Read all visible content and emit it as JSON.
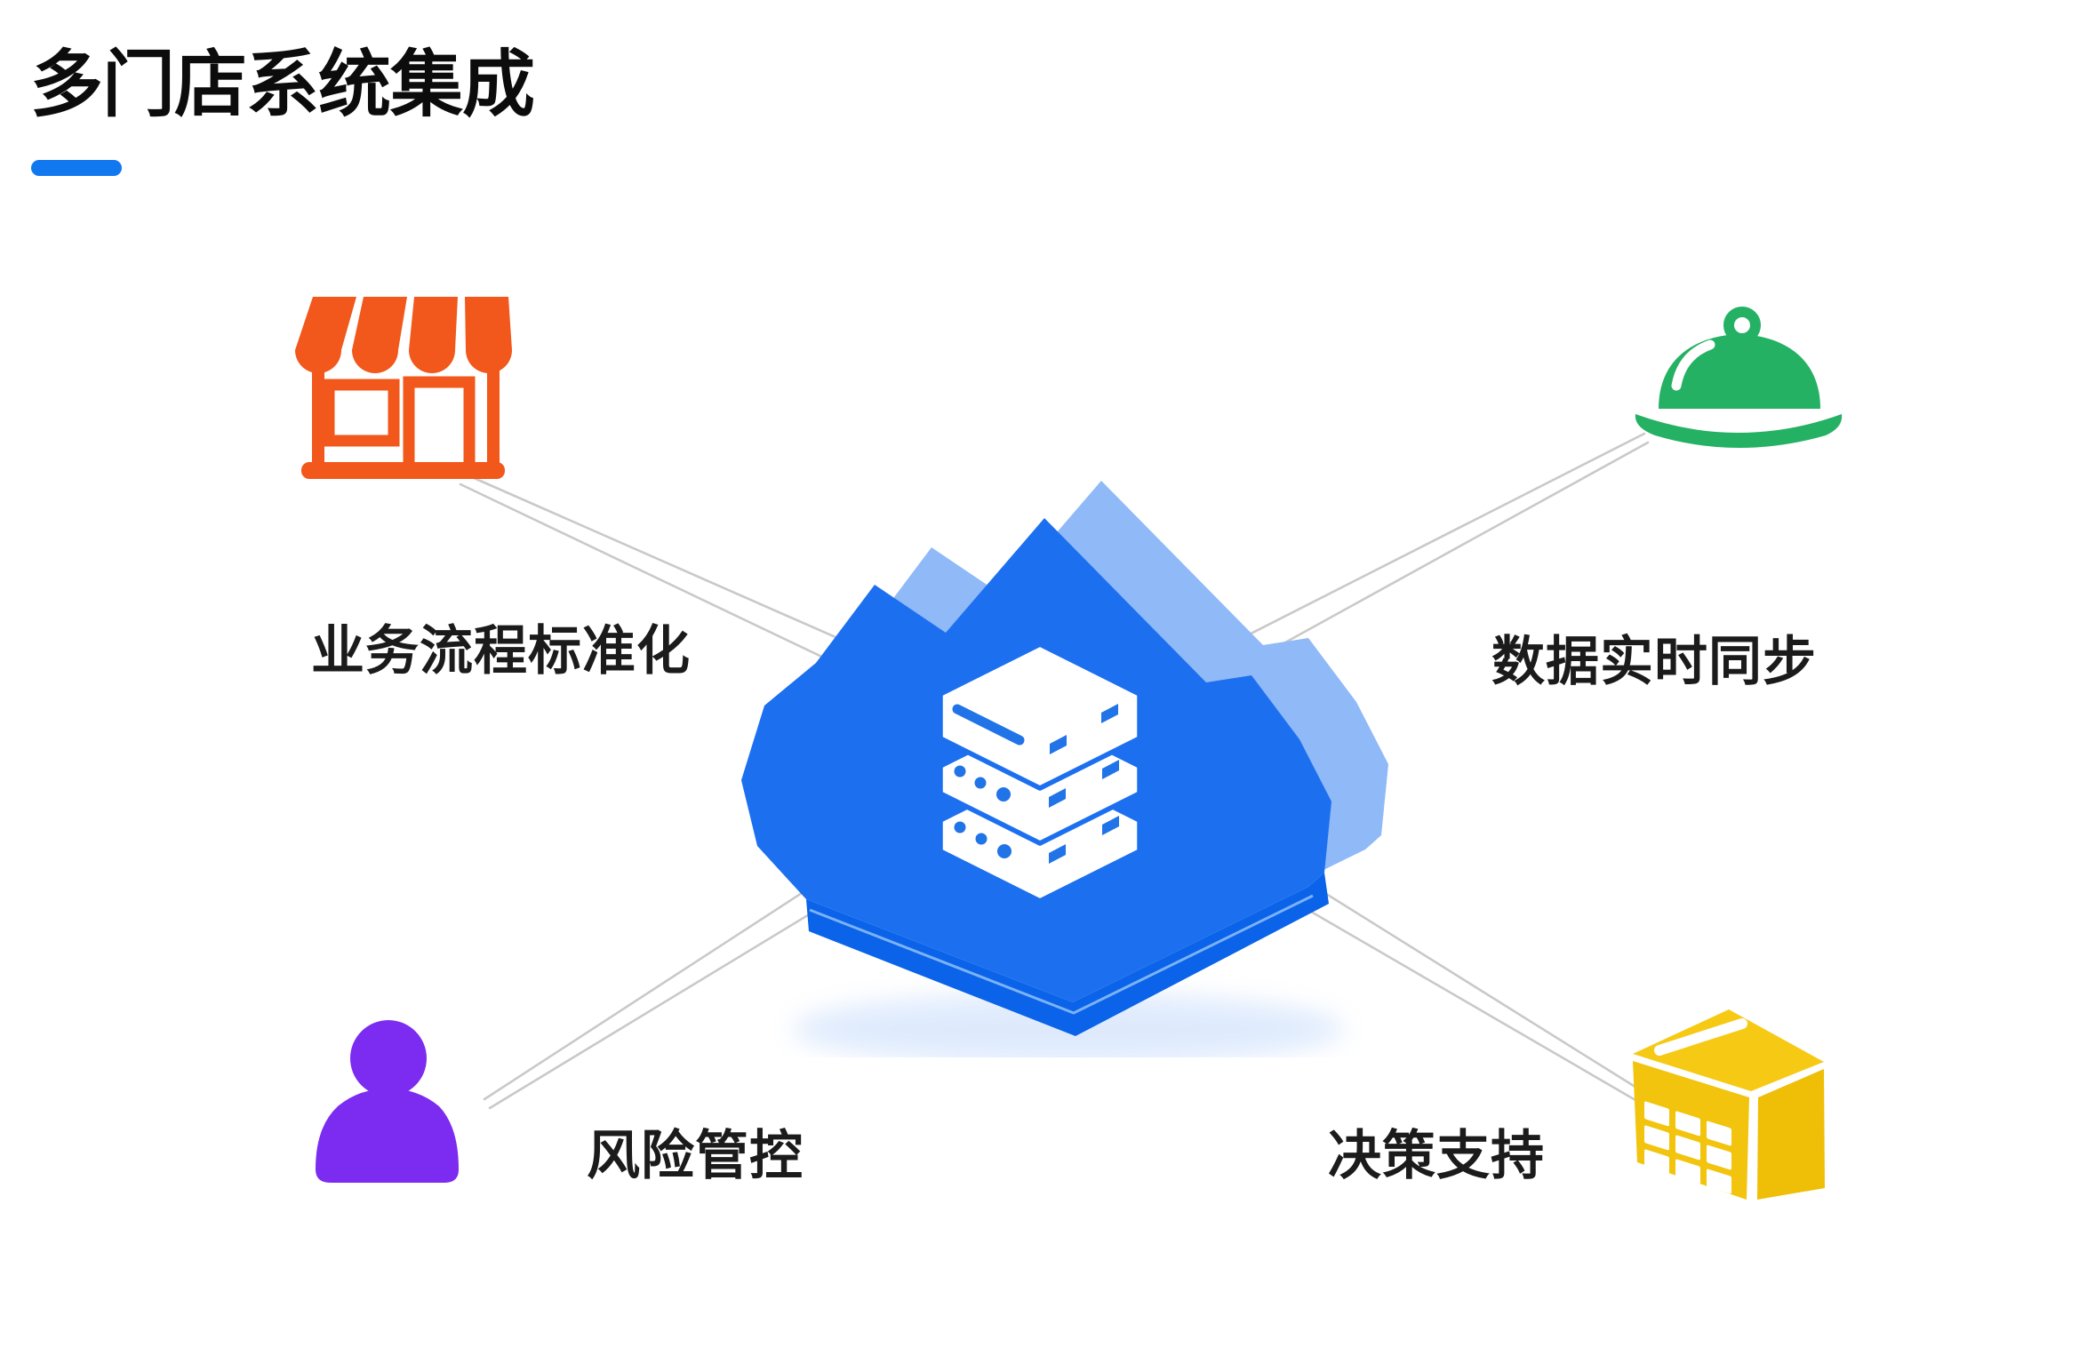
{
  "title": {
    "text": "多门店系统集成",
    "accent_color": "#1278F0"
  },
  "center_node": {
    "icon": "cloud-server-icon",
    "cloud_front_color": "#1C70F0",
    "cloud_back_color": "#8FB9F7",
    "cloud_base_color": "#0A63E8",
    "server_color": "#FFFFFF",
    "server_detail_color": "#2173E8"
  },
  "connectors": {
    "color": "#C9C9C9"
  },
  "nodes": [
    {
      "id": "stores",
      "icon": "storefront-icon",
      "color": "#F2571B",
      "label": "业务流程标准化",
      "position": "top-left"
    },
    {
      "id": "sync",
      "icon": "cloche-icon",
      "color": "#24B163",
      "label": "数据实时同步",
      "position": "top-right"
    },
    {
      "id": "risk",
      "icon": "person-icon",
      "color": "#7C2BF0",
      "label": "风险管控",
      "position": "bottom-left"
    },
    {
      "id": "decision",
      "icon": "cube-icon",
      "color": "#F2C40D",
      "label": "决策支持",
      "position": "bottom-right"
    }
  ]
}
